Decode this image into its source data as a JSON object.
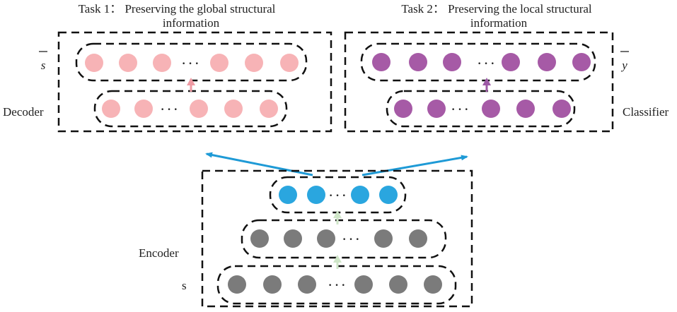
{
  "task1": {
    "title_line1": "Task 1： Preserving the global structural",
    "title_line2": "information",
    "output_symbol": "s",
    "module_label": "Decoder"
  },
  "task2": {
    "title_line1": "Task 2： Preserving the local structural",
    "title_line2": "information",
    "output_symbol": "y",
    "module_label": "Classifier"
  },
  "encoder": {
    "module_label": "Encoder",
    "input_symbol": "s"
  },
  "ellipsis": "···",
  "colors": {
    "decoder_node": "#f7b3b6",
    "decoder_arrow": "#ef9aa3",
    "classifier_node": "#a65aa6",
    "classifier_arrow": "#9d5aa6",
    "embedding_node": "#2aa6df",
    "encoder_node": "#7b7b7b",
    "encoder_arrow": "#cfe6c8",
    "split_arrow": "#1e9ad6",
    "dash": "#111111"
  }
}
